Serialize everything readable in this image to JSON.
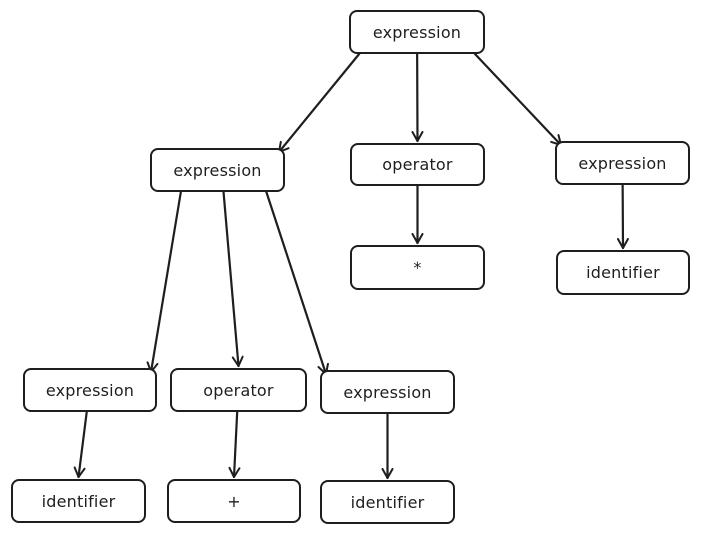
{
  "nodes": {
    "root": "expression",
    "left_expr": "expression",
    "root_operator": "operator",
    "right_expr": "expression",
    "star": "*",
    "right_identifier": "identifier",
    "ll_expr": "expression",
    "l_operator": "operator",
    "lr_expr": "expression",
    "ll_identifier": "identifier",
    "plus": "+",
    "lr_identifier": "identifier"
  },
  "edges": [
    [
      "root",
      "left_expr"
    ],
    [
      "root",
      "root_operator"
    ],
    [
      "root",
      "right_expr"
    ],
    [
      "root_operator",
      "star"
    ],
    [
      "right_expr",
      "right_identifier"
    ],
    [
      "left_expr",
      "ll_expr"
    ],
    [
      "left_expr",
      "l_operator"
    ],
    [
      "left_expr",
      "lr_expr"
    ],
    [
      "ll_expr",
      "ll_identifier"
    ],
    [
      "l_operator",
      "plus"
    ],
    [
      "lr_expr",
      "lr_identifier"
    ]
  ],
  "colors": {
    "stroke": "#1e1e1e",
    "background": "#ffffff"
  }
}
